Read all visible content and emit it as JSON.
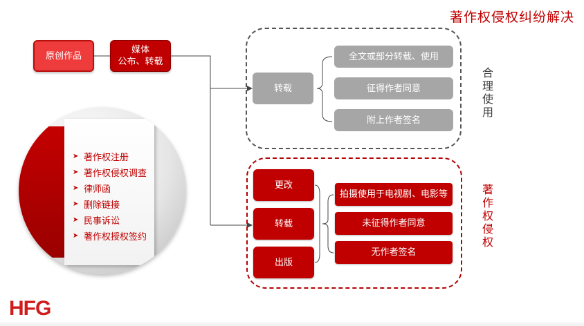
{
  "title": "著作权侵权纠纷解决",
  "source_box": "原创作品",
  "media_box": {
    "line1": "媒体",
    "line2": "公布、转载"
  },
  "fair_use": {
    "label": "合\n理\n使\n用",
    "action": "转载",
    "conditions": [
      "全文或部分转载、使用",
      "征得作者同意",
      "附上作者签名"
    ]
  },
  "infringement": {
    "label": "著\n作\n权\n侵\n权",
    "actions": [
      "更改",
      "转载",
      "出版"
    ],
    "conditions": [
      "拍摄使用于电视剧、电影等",
      "未征得作者同意",
      "无作者签名"
    ]
  },
  "remedies": [
    "著作权注册",
    "著作权侵权调查",
    "律师函",
    "删除链接",
    "民事诉讼",
    "著作权授权签约"
  ],
  "logo": "HFG",
  "colors": {
    "accent": "#c00000",
    "gray": "#a6a6a6"
  }
}
